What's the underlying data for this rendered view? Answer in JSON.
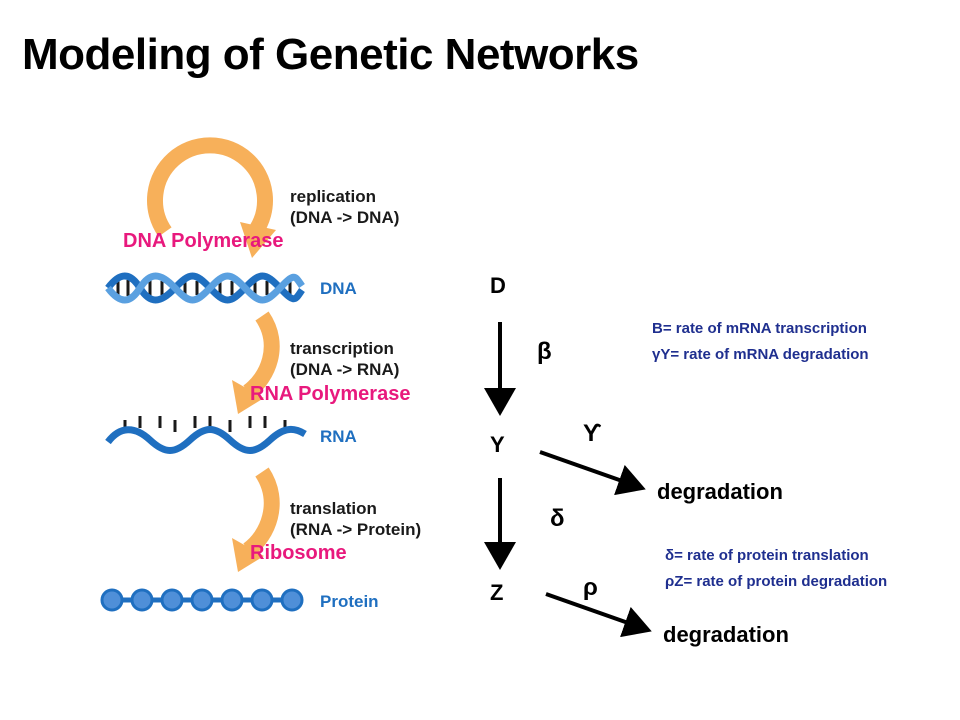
{
  "title": "Modeling of Genetic Networks",
  "left_figure": {
    "replication": {
      "line1": "replication",
      "line2": "(DNA -> DNA)",
      "enzyme": "DNA Polymerase"
    },
    "dna_label": "DNA",
    "transcription": {
      "line1": "transcription",
      "line2": "(DNA -> RNA)",
      "enzyme": "RNA Polymerase"
    },
    "rna_label": "RNA",
    "translation": {
      "line1": "translation",
      "line2": "(RNA -> Protein)",
      "enzyme": "Ribosome"
    },
    "protein_label": "Protein"
  },
  "model": {
    "node_d": "D",
    "node_y": "Y",
    "node_z": "Z",
    "beta": "β",
    "gamma": "ϒ",
    "delta": "δ",
    "rho": "ρ",
    "degradation_1": "degradation",
    "degradation_2": "degradation"
  },
  "notes": {
    "mrna_line1": "B= rate of mRNA transcription",
    "mrna_line2": "γY= rate of mRNA degradation",
    "protein_line1": "δ= rate of protein translation",
    "protein_line2": "ρZ= rate of protein degradation"
  },
  "colors": {
    "arrow_orange": "#f7b05a",
    "enzyme_pink": "#e8197d",
    "strand_blue": "#1f6fc0",
    "notes_navy": "#1f2f8f"
  }
}
